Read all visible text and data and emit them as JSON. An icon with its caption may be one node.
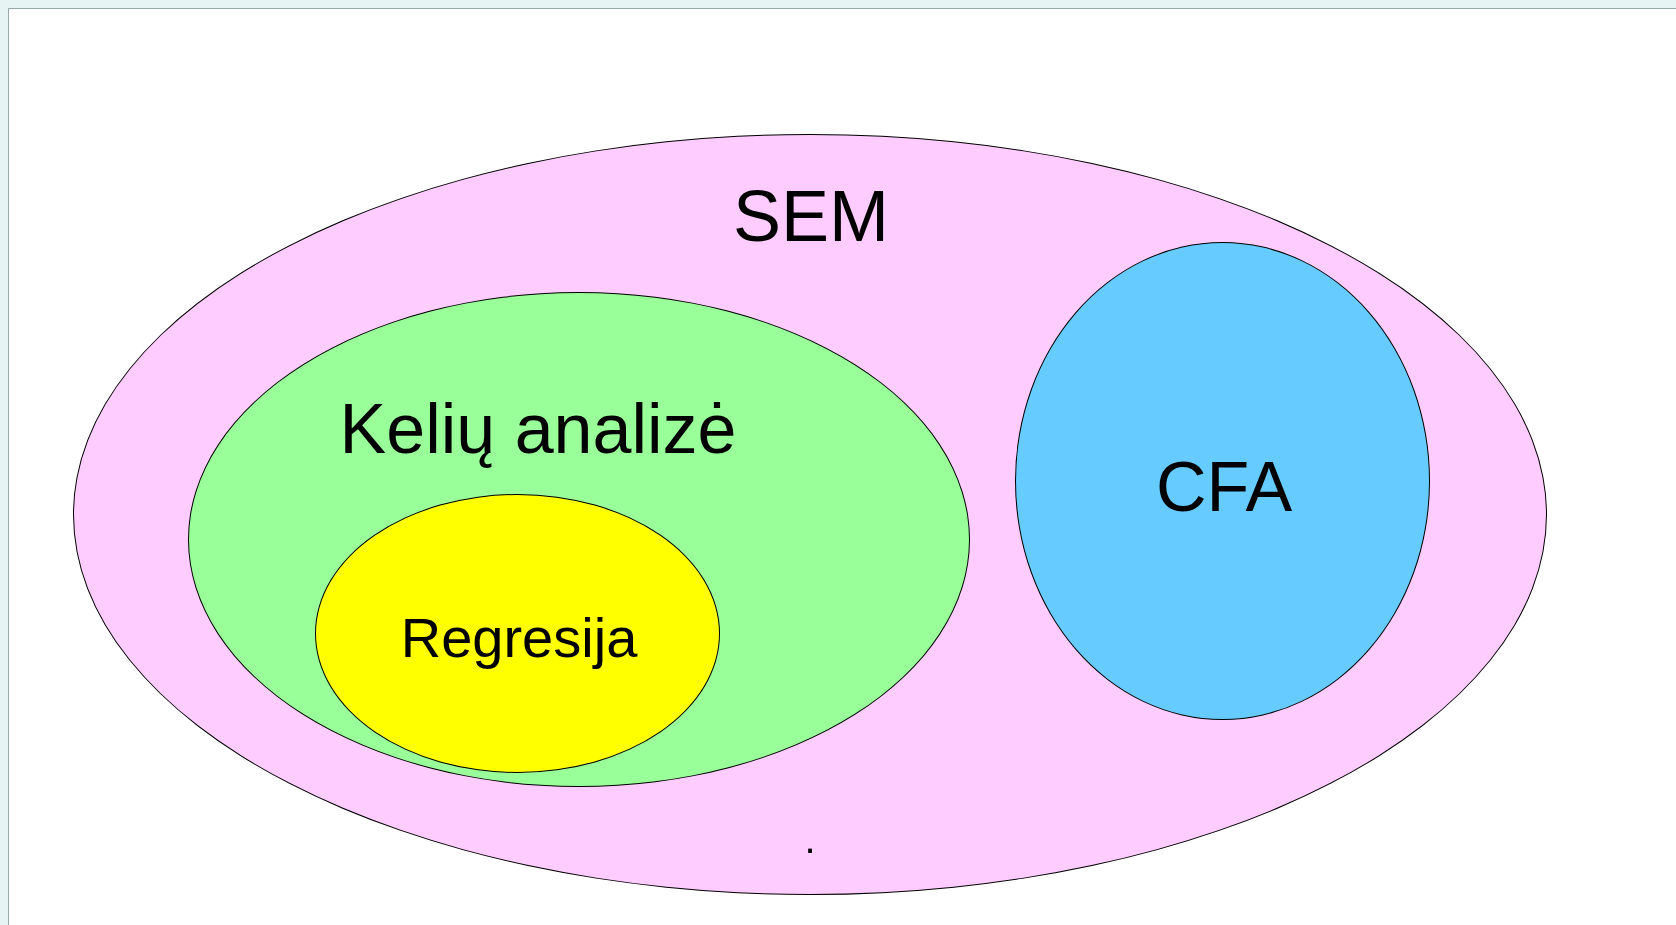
{
  "diagram": {
    "nodes": [
      {
        "text": [
          "SEM"
        ]
      },
      {
        "text": [
          "Kelių analizė"
        ],
        "in": 0
      },
      {
        "text": [
          "Regresija"
        ],
        "in": 1
      },
      {
        "text": [
          "CFA"
        ],
        "in": 0
      }
    ],
    "labels": [
      "."
    ]
  }
}
